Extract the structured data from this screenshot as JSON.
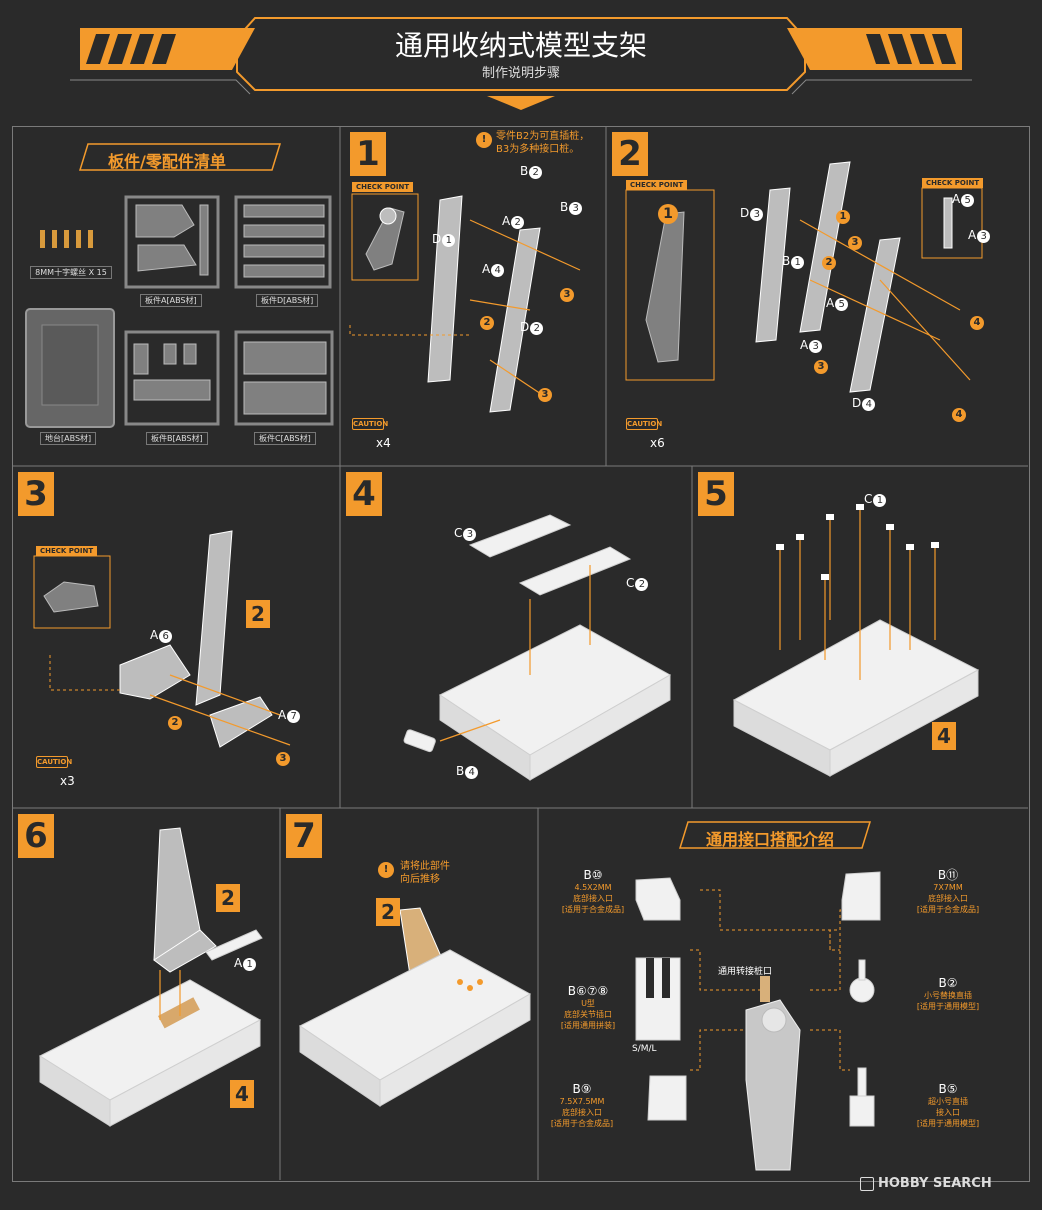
{
  "header": {
    "title": "通用收纳式模型支架",
    "subtitle": "制作说明步骤"
  },
  "parts_list": {
    "heading": "板件/零配件清单",
    "screw_caption": "8MM十字螺丝 X 15",
    "sprue_a": "板件A[ABS材]",
    "sprue_d": "板件D[ABS材]",
    "sprue_b": "板件B[ABS材]",
    "sprue_c": "板件C[ABS材]",
    "base": "地台[ABS材]"
  },
  "steps": [
    {
      "num": "1",
      "caption": "x4",
      "note_line1": "零件B2为可直插桩，",
      "note_line2": "B3为多种接口桩。"
    },
    {
      "num": "2",
      "caption": "x6"
    },
    {
      "num": "3",
      "caption": "x3"
    },
    {
      "num": "4"
    },
    {
      "num": "5"
    },
    {
      "num": "6"
    },
    {
      "num": "7",
      "note_line1": "请将此部件",
      "note_line2": "向后推移"
    }
  ],
  "labels": {
    "check_point": "CHECK POINT",
    "caution": "CAUTION"
  },
  "interface": {
    "heading": "通用接口搭配介绍",
    "center": "通用转接桩口",
    "sml": "S/M/L",
    "b10": {
      "id": "B⑩",
      "l1": "4.5X2MM",
      "l2": "底部接入口",
      "l3": "[适用于合金成品]"
    },
    "b11": {
      "id": "B⑪",
      "l1": "7X7MM",
      "l2": "底部接入口",
      "l3": "[适用于合金成品]"
    },
    "b678": {
      "id": "B⑥⑦⑧",
      "l1": "U型",
      "l2": "底部关节插口",
      "l3": "[适用通用拼装]"
    },
    "b2": {
      "id": "B②",
      "l1": "小号替换直插",
      "l2": "[适用于通用模型]"
    },
    "b9": {
      "id": "B⑨",
      "l1": "7.5X7.5MM",
      "l2": "底部接入口",
      "l3": "[适用于合金成品]"
    },
    "b5": {
      "id": "B⑤",
      "l1": "超小号直插",
      "l2": "接入口",
      "l3": "[适用于通用模型]"
    }
  },
  "watermark": "HOBBY SEARCH",
  "colors": {
    "accent": "#f39a2c",
    "background": "#2a2a2a"
  }
}
